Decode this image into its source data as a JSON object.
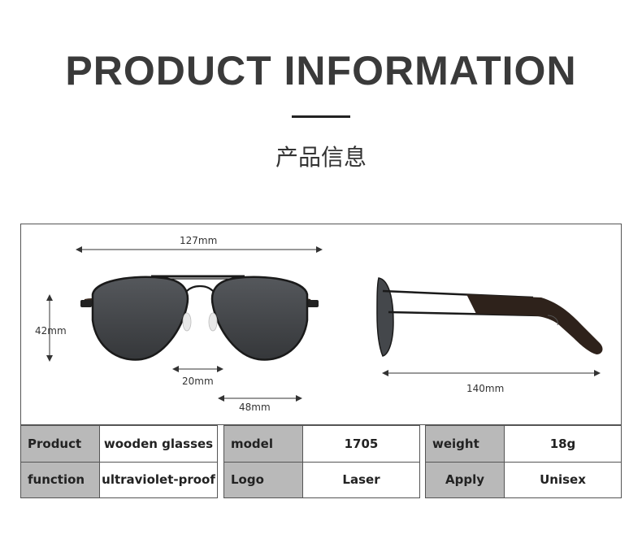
{
  "header": {
    "title": "PRODUCT INFORMATION",
    "subtitle": "产品信息"
  },
  "dimensions": {
    "lens_total_width": "127mm",
    "lens_height": "42mm",
    "bridge_width": "20mm",
    "lens_width": "48mm",
    "temple_length": "140mm"
  },
  "specs": [
    {
      "rows": [
        {
          "label": "Product",
          "value": "wooden glasses"
        },
        {
          "label": "function",
          "value": "ultraviolet-proof"
        }
      ]
    },
    {
      "rows": [
        {
          "label": "model",
          "value": "1705"
        },
        {
          "label": "Logo",
          "value": "Laser"
        }
      ]
    },
    {
      "rows": [
        {
          "label": "weight",
          "value": "18g"
        },
        {
          "label": "Apply",
          "value": "Unisex"
        }
      ]
    }
  ],
  "colors": {
    "label_bg": "#b9b9b9",
    "lens": "#3d3f42",
    "frame": "#1a1a1a"
  }
}
